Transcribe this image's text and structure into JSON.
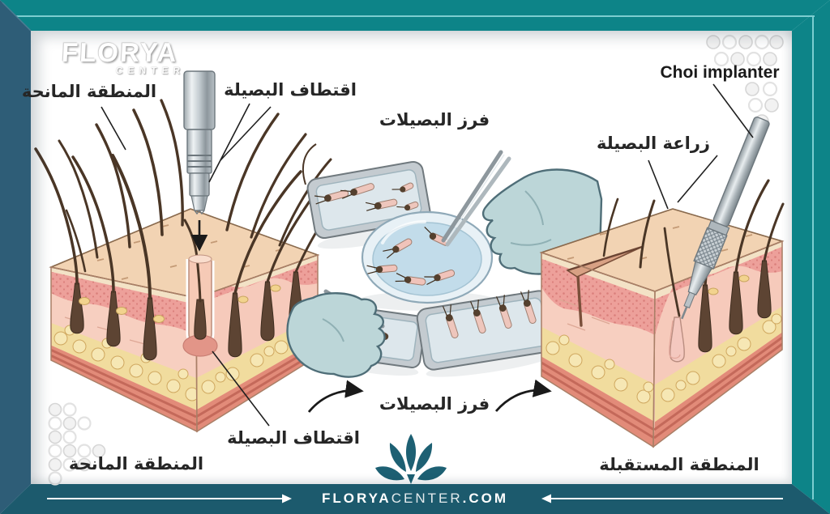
{
  "logo": {
    "title": "FLORYA",
    "subtitle": "CENTER"
  },
  "labels": {
    "donor_top": "المنطقة المانحة",
    "extract_top": "اقتطاف البصيلة",
    "sort_top": "فرز البصيلات",
    "implant": "زراعة البصيلة",
    "choi": "Choi implanter",
    "extract_bottom": "اقتطاف البصيلة",
    "donor_bottom": "المنطقة المانحة",
    "sort_bottom": "فرز البصيلات",
    "recipient": "المنطقة المستقبلة"
  },
  "footer": {
    "site_bold1": "FLORYA",
    "site_light": "CENTER",
    "site_bold2": ".COM"
  },
  "colors": {
    "frame_teal": "#0d8488",
    "frame_left": "#2e5d77",
    "footer_bar": "#1c5a6d",
    "accent_line": "#7ccdd0",
    "flower": "#1d6073",
    "label_text": "#262626"
  }
}
